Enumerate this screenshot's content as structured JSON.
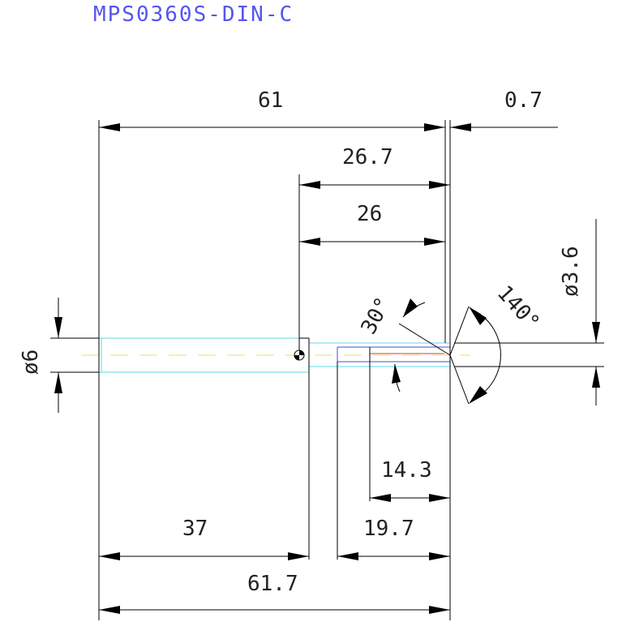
{
  "title": "MPS0360S-DIN-C",
  "dimensions": {
    "overall_length": "61",
    "tip_offset": "0.7",
    "shank_to_tip": "26.7",
    "neck_length": "26",
    "tip_diameter": "ø3.6",
    "tip_angle": "140°",
    "chamfer_angle": "30°",
    "shank_diameter": "ø6",
    "length_14_3": "14.3",
    "length_19_7": "19.7",
    "length_37": "37",
    "total_length": "61.7"
  },
  "colors": {
    "title": "#5555ee",
    "dimension": "#000000",
    "outline": "#5fd8e8",
    "centerline": "#e8e070",
    "tip_blue": "#4b4bd0",
    "tip_red": "#d04030"
  }
}
